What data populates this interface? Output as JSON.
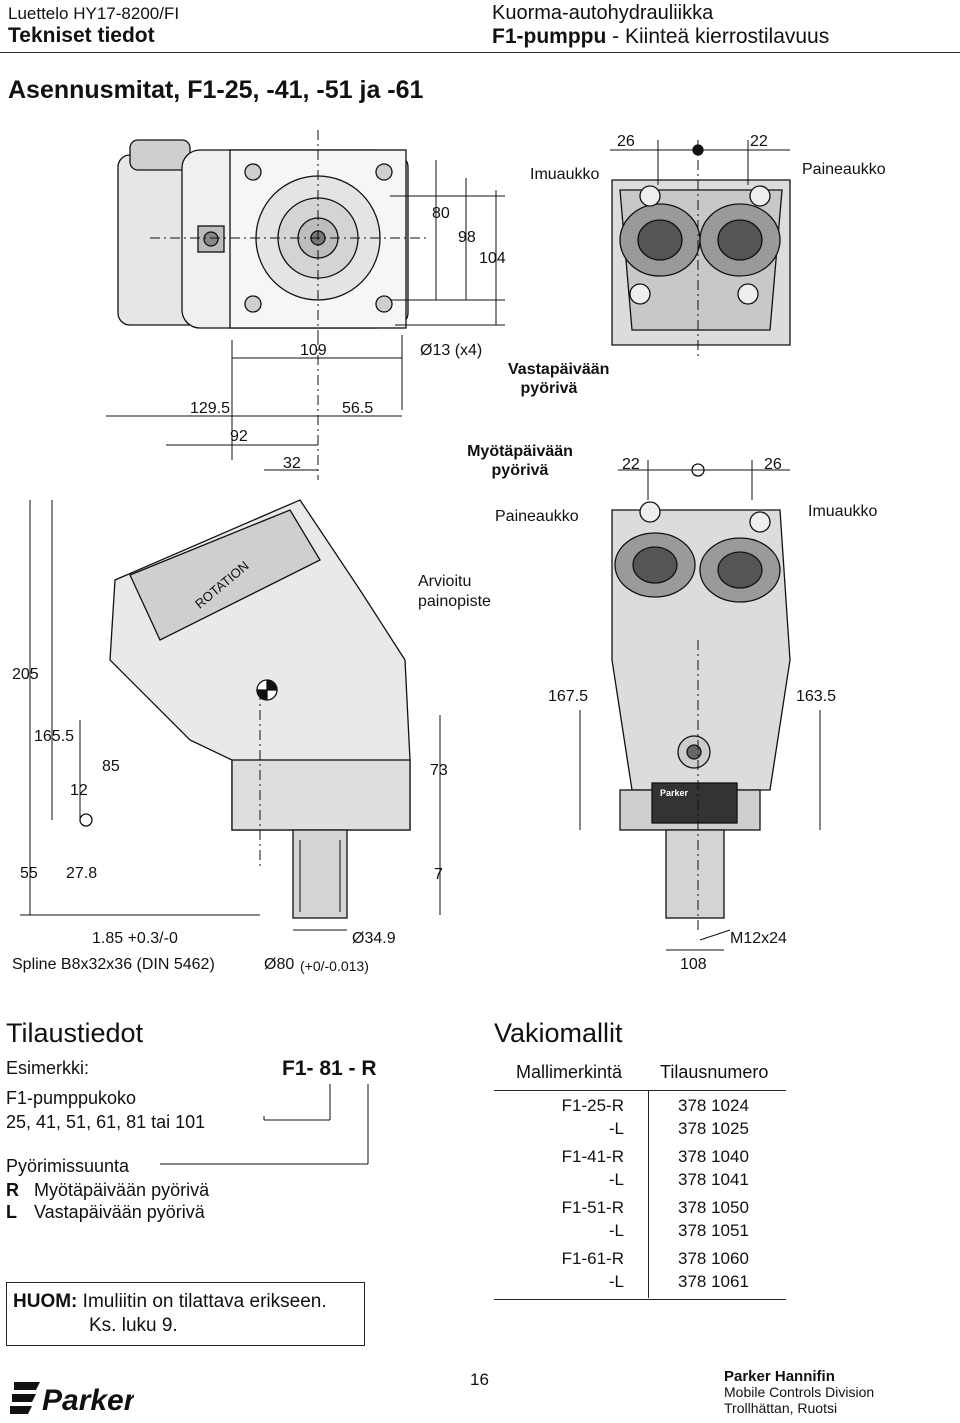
{
  "header": {
    "catalog": "Luettelo HY17-8200/FI",
    "section": "Tekniset tiedot",
    "category": "Kuorma-autohydrauliikka",
    "product_bold": "F1-pumppu",
    "product_rest": " - Kiinteä kierrostilavuus"
  },
  "title": "Asennusmitat, F1-25, -41, -51 ja -61",
  "drawing": {
    "top_labels": {
      "imuaukko": "Imuaukko",
      "paineaukko": "Paineaukko",
      "d26": "26",
      "d22": "22",
      "sq80": "80",
      "d98": "98",
      "d104": "104",
      "d109": "109",
      "holes": "Ø13 (x4)",
      "d1295": "129.5",
      "d565": "56.5",
      "d92": "92",
      "d32": "32",
      "ccw": "Vastapäivään pyörivä",
      "cw": "Myötäpäivään pyörivä",
      "d22b": "22",
      "d26b": "26"
    },
    "side_labels": {
      "paineaukko": "Paineaukko",
      "imuaukko": "Imuaukko",
      "cog": "Arvioitu painopiste",
      "rotation": "ROTATION",
      "d205": "205",
      "d1675": "167.5",
      "d1635": "163.5",
      "d1655": "165.5",
      "d85": "85",
      "d12": "12",
      "d73": "73",
      "d55": "55",
      "d278": "27.8",
      "d7": "7",
      "tol": "1.85 +0.3/-0",
      "d349": "Ø34.9",
      "spline": "Spline B8x32x36 (DIN 5462)",
      "d80": "Ø80",
      "d80tol": "(+0/-0.013)",
      "m12": "M12x24",
      "d108": "108",
      "parker_plate": "Parker"
    }
  },
  "ordering": {
    "title": "Tilaustiedot",
    "example_label": "Esimerkki:",
    "example_code": "F1- 81 - R",
    "pump_size_label": "F1-pumppukoko",
    "pump_sizes": "25, 41, 51, 61, 81 tai 101",
    "rotation_label": "Pyörimissuunta",
    "r_code": "R",
    "r_text": "Myötäpäivään pyörivä",
    "l_code": "L",
    "l_text": "Vastapäivään pyörivä",
    "note_bold": "HUOM:",
    "note_text": " Imuliitin on tilattava erikseen.",
    "note_text2": "Ks. luku 9."
  },
  "standard": {
    "title": "Vakiomallit",
    "col_model": "Mallimerkintä",
    "col_order": "Tilausnumero",
    "rows": [
      {
        "model": "F1-25-R",
        "order": "378 1024"
      },
      {
        "model": "-L",
        "order": "378 1025"
      },
      {
        "model": "F1-41-R",
        "order": "378 1040"
      },
      {
        "model": "-L",
        "order": "378 1041"
      },
      {
        "model": "F1-51-R",
        "order": "378 1050"
      },
      {
        "model": "-L",
        "order": "378 1051"
      },
      {
        "model": "F1-61-R",
        "order": "378 1060"
      },
      {
        "model": "-L",
        "order": "378 1061"
      }
    ]
  },
  "footer": {
    "logo": "Parker",
    "page": "16",
    "company": "Parker Hannifin",
    "division": "Mobile Controls Division",
    "city": "Trollhättan, Ruotsi"
  }
}
